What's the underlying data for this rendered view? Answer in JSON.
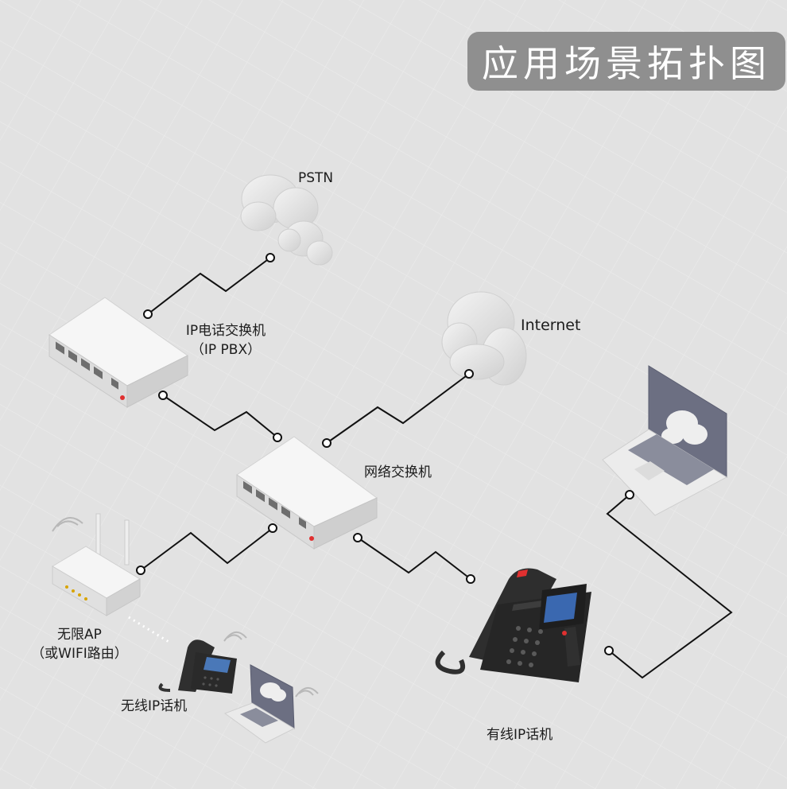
{
  "title": "应用场景拓扑图",
  "nodes": {
    "pstn": {
      "label": "PSTN"
    },
    "internet": {
      "label": "Internet"
    },
    "ip_pbx": {
      "label_line1": "IP电话交换机",
      "label_line2": "（IP PBX）"
    },
    "network_switch": {
      "label": "网络交换机"
    },
    "wireless_ap": {
      "label_line1": "无限AP",
      "label_line2": "（或WIFI路由）"
    },
    "wireless_phone": {
      "label": "无线IP话机"
    },
    "wired_phone": {
      "label": "有线IP话机"
    }
  },
  "colors": {
    "background": "#e2e2e2",
    "title_box": "#8f8f8f",
    "device_body": "#f2f2f2",
    "laptop_screen": "#6c6f82",
    "phone_body": "#2a2a2a",
    "link_line": "#111111"
  }
}
